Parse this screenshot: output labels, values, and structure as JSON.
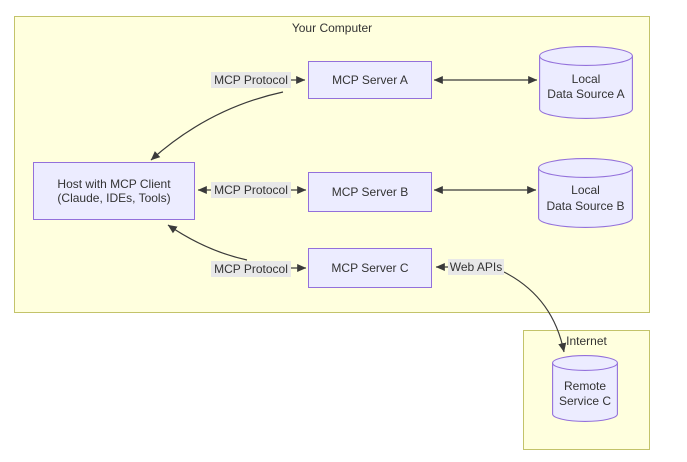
{
  "colors": {
    "node_fill": "#ECECFF",
    "node_border": "#9370DB",
    "cluster_fill": "#FFFFDE",
    "cluster_border": "#C3C36A",
    "edge_label_bg": "#E8E8E8",
    "line": "#3A3A3A",
    "text": "#333333",
    "background": "#FFFFFF"
  },
  "clusters": {
    "your_computer": {
      "label": "Your Computer"
    },
    "internet": {
      "label": "Internet"
    }
  },
  "nodes": {
    "host": {
      "line1": "Host with MCP Client",
      "line2": "(Claude, IDEs, Tools)"
    },
    "server_a": {
      "label": "MCP Server A"
    },
    "server_b": {
      "label": "MCP Server B"
    },
    "server_c": {
      "label": "MCP Server C"
    },
    "local_a": {
      "line1": "Local",
      "line2": "Data Source A"
    },
    "local_b": {
      "line1": "Local",
      "line2": "Data Source B"
    },
    "remote_c": {
      "line1": "Remote",
      "line2": "Service C"
    }
  },
  "edge_labels": {
    "mcp_protocol_a": "MCP Protocol",
    "mcp_protocol_b": "MCP Protocol",
    "mcp_protocol_c": "MCP Protocol",
    "web_apis": "Web APIs"
  }
}
